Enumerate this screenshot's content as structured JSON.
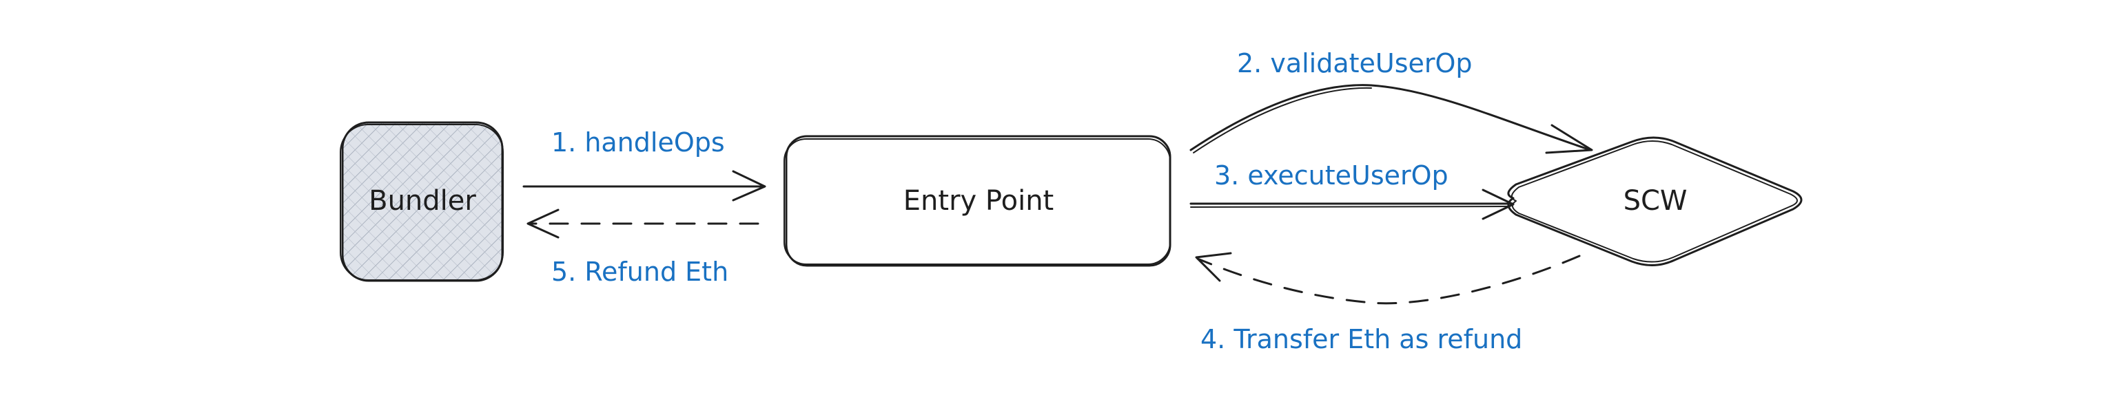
{
  "diagram": {
    "nodes": {
      "bundler": {
        "label": "Bundler"
      },
      "entry_point": {
        "label": "Entry Point"
      },
      "scw": {
        "label": "SCW"
      }
    },
    "edges": {
      "handle_ops": {
        "label": "1. handleOps"
      },
      "validate_user_op": {
        "label": "2. validateUserOp"
      },
      "execute_user_op": {
        "label": "3. executeUserOp"
      },
      "transfer_eth": {
        "label": "4. Transfer Eth as refund"
      },
      "refund_eth": {
        "label": "5. Refund Eth"
      }
    },
    "colors": {
      "stroke": "#1e1e1e",
      "label": "#1971c2",
      "bundler_fill": "#dfe3ea"
    }
  }
}
